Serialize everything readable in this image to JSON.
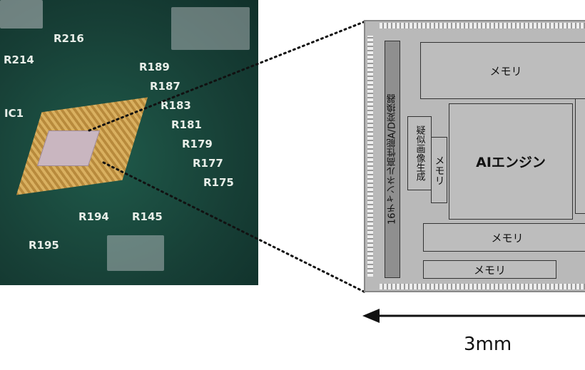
{
  "photo": {
    "silkscreen": [
      "IC1",
      "R214",
      "R216",
      "R189",
      "R187",
      "R183",
      "R181",
      "R179",
      "R177",
      "R175",
      "R194",
      "R145",
      "R195"
    ]
  },
  "die": {
    "ad_converter": "16チャンネル高性能A/D変換器",
    "pseudo_image": "疑似画像生成",
    "ai_engine": "AIエンジン",
    "memory": "メモリ"
  },
  "scale": {
    "label": "3mm"
  }
}
